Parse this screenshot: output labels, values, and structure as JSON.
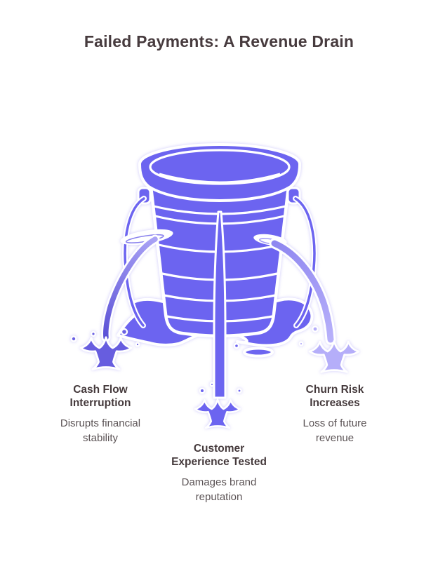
{
  "title": {
    "text": "Failed Payments: A Revenue Drain"
  },
  "illustration": {
    "description": "leaky bucket pouring three streams of water",
    "colors": {
      "background": "#FFFFFF",
      "bucket": "#6C64F0",
      "stream_dark": "#5B51D6",
      "stream_light": "#B7B0FA",
      "splash_left": "#675DDF",
      "splash_right": "#B5AEF9",
      "outline": "#FFFFFF",
      "halo": "#C5C0F9",
      "title_text": "#473B3E",
      "heading_text": "#453A3C",
      "description_text": "#5B5355"
    }
  },
  "labels": [
    {
      "heading_lines": [
        "Cash Flow",
        "Interruption"
      ],
      "description_lines": [
        "Disrupts financial",
        "stability"
      ]
    },
    {
      "heading_lines": [
        "Customer",
        "Experience Tested"
      ],
      "description_lines": [
        "Damages brand",
        "reputation"
      ]
    },
    {
      "heading_lines": [
        "Churn Risk",
        "Increases"
      ],
      "description_lines": [
        "Loss of future",
        "revenue"
      ]
    }
  ]
}
